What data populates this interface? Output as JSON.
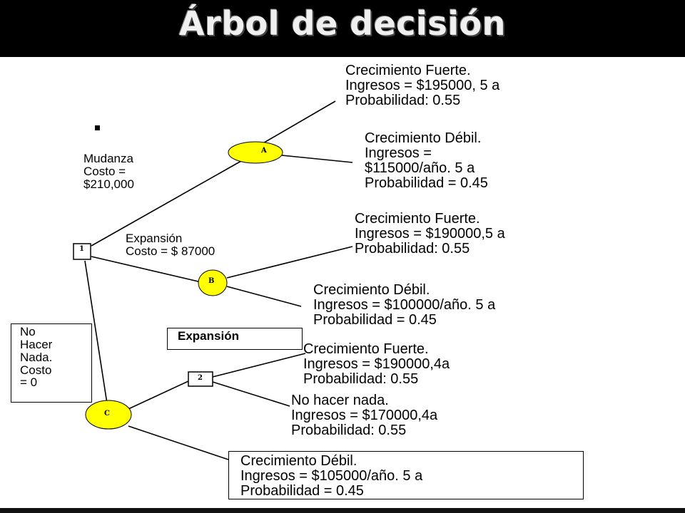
{
  "title": "Árbol de decisión",
  "decision_nodes": {
    "node1": "1",
    "node2": "2"
  },
  "chance_nodes": {
    "A": "A",
    "B": "B",
    "C": "C"
  },
  "accent_color": "#ffff00",
  "branches": {
    "mudanza": [
      "Mudanza",
      "Costo =",
      "$210,000"
    ],
    "expansion": [
      "Expansión",
      "Costo = $ 87000"
    ],
    "no_hacer_nada": [
      "No",
      "Hacer",
      "Nada.",
      "Costo",
      "= 0"
    ],
    "expansion_box": "Expansión"
  },
  "outcomes": {
    "a_fuerte": [
      "Crecimiento Fuerte.",
      "Ingresos = $195000, 5 a",
      "Probabilidad: 0.55"
    ],
    "a_debil": [
      "Crecimiento Débil.",
      "Ingresos =",
      "$115000/año. 5 a",
      "Probabilidad = 0.45"
    ],
    "b_fuerte": [
      "Crecimiento Fuerte.",
      "Ingresos = $190000,5 a",
      "Probabilidad: 0.55"
    ],
    "b_debil": [
      "Crecimiento Débil.",
      "Ingresos = $100000/año. 5 a",
      "Probabilidad = 0.45"
    ],
    "c2_fuerte": [
      "Crecimiento Fuerte.",
      "Ingresos = $190000,4a",
      "Probabilidad: 0.55"
    ],
    "c2_nada": [
      "No hacer nada.",
      "Ingresos = $170000,4a",
      "Probabilidad: 0.55"
    ],
    "c_debil": [
      "Crecimiento Débil.",
      "Ingresos = $105000/año. 5 a",
      "Probabilidad = 0.45"
    ]
  }
}
